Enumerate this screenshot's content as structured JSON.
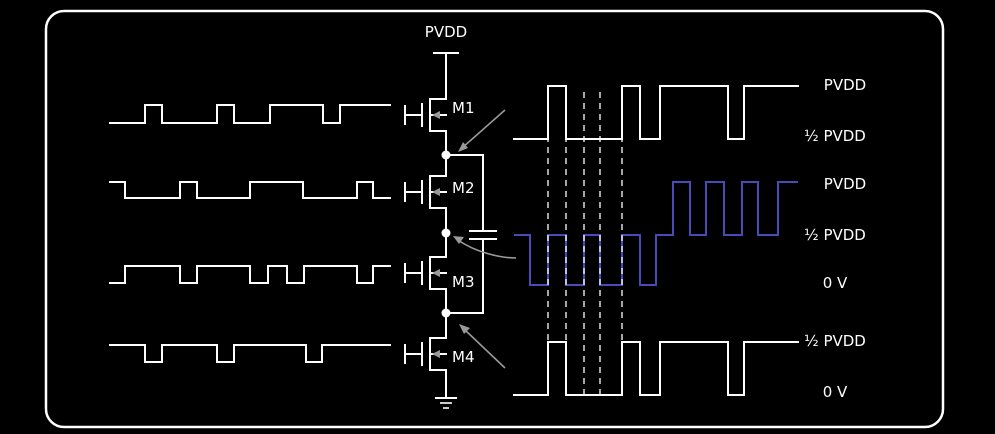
{
  "labels": {
    "supply_top": "PVDD",
    "m1": "M1",
    "m2": "M2",
    "m3": "M3",
    "m4": "M4",
    "out_top_high": "PVDD",
    "out_top_low": "½ PVDD",
    "out_mid_high": "PVDD",
    "out_mid_mid": "½ PVDD",
    "out_mid_low": "0 V",
    "out_bot_high": "½ PVDD",
    "out_bot_low": "0 V"
  },
  "colors": {
    "background": "#000000",
    "frame": "#ffffff",
    "wire": "#ffffff",
    "output_wave": "#4a4ab8",
    "arrow": "#9a9a9a"
  }
}
